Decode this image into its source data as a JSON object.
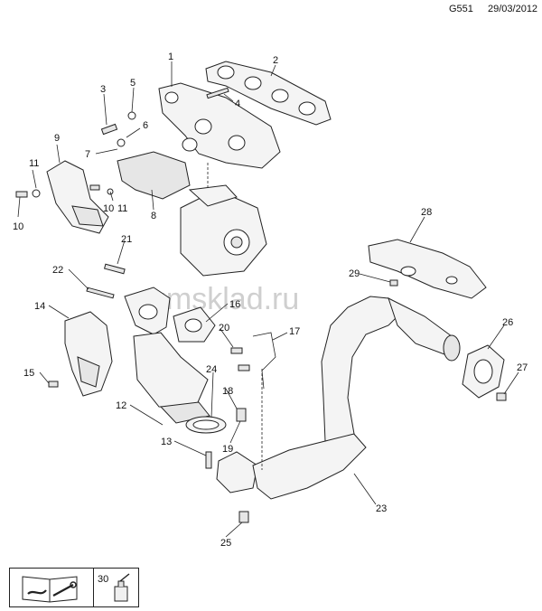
{
  "header": {
    "code": "G551",
    "date": "29/03/2012"
  },
  "watermark": "gmsklad.ru",
  "callouts": [
    "1",
    "2",
    "3",
    "4",
    "5",
    "6",
    "7",
    "8",
    "9",
    "10",
    "10",
    "11",
    "11",
    "12",
    "13",
    "14",
    "15",
    "16",
    "17",
    "18",
    "19",
    "20",
    "21",
    "22",
    "23",
    "24",
    "25",
    "26",
    "27",
    "28",
    "29"
  ],
  "legend": {
    "number": "30",
    "manual_icon": "service-manual-icon",
    "sealant_icon": "sealant-tube-icon"
  },
  "colors": {
    "line": "#222222",
    "part_fill": "#f4f4f4",
    "watermark": "#cfcfcf"
  }
}
